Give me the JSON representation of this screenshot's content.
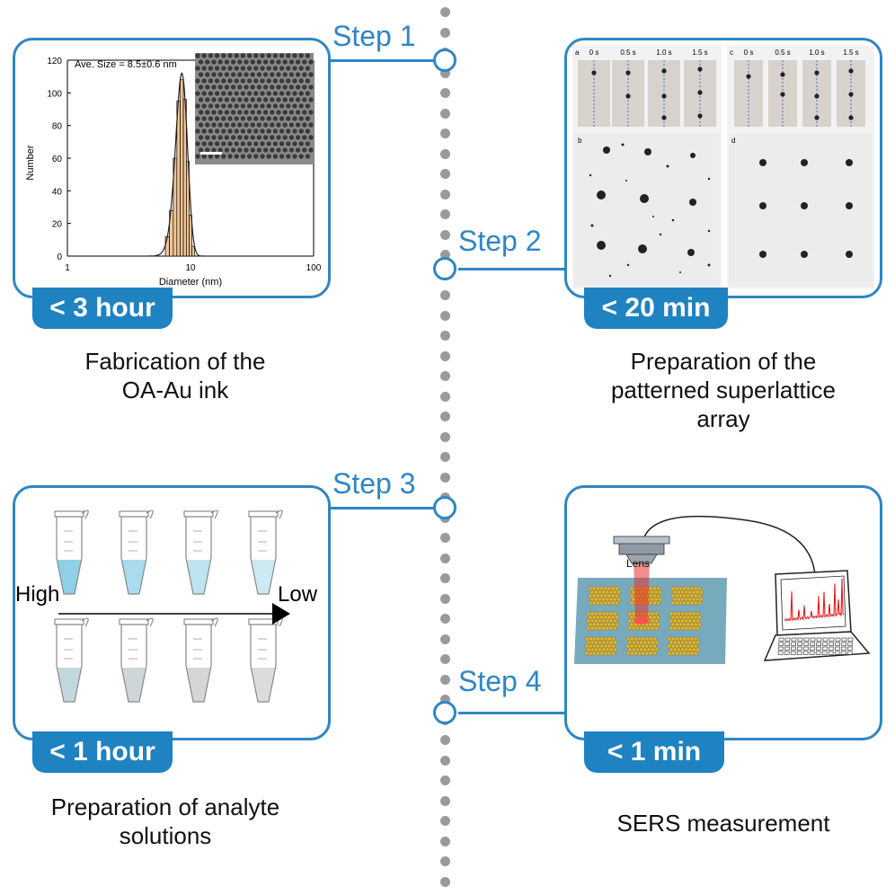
{
  "steps": [
    {
      "label": "Step 1",
      "duration": "< 3 hour",
      "caption_line1": "Fabrication of the",
      "caption_line2": "OA-Au  ink"
    },
    {
      "label": "Step 2",
      "duration": "< 20 min",
      "caption_line1": "Preparation of the",
      "caption_line2": "patterned superlattice",
      "caption_line3": "array"
    },
    {
      "label": "Step 3",
      "duration": "< 1 hour",
      "caption_line1": "Preparation of analyte",
      "caption_line2": "solutions"
    },
    {
      "label": "Step 4",
      "duration": "< 1 min",
      "caption_line1": "SERS measurement"
    }
  ],
  "histogram": {
    "annotation": "Ave. Size = 8.5±0.6 nm",
    "ylabel": "Number",
    "xlabel": "Diameter (nm)",
    "yticks": [
      "0",
      "20",
      "40",
      "60",
      "80",
      "100",
      "120"
    ],
    "xticks": [
      "1",
      "10",
      "100"
    ],
    "bar_color": "#f4c595"
  },
  "chart_data": {
    "type": "bar",
    "title": "",
    "annotation": "Ave. Size = 8.5±0.6 nm",
    "xlabel": "Diameter (nm)",
    "ylabel": "Number",
    "xscale": "log",
    "xlim": [
      1,
      100
    ],
    "ylim": [
      0,
      120
    ],
    "bins": [
      6.5,
      7.0,
      7.5,
      8.0,
      8.5,
      9.0,
      9.5,
      10.0,
      10.5
    ],
    "values": [
      12,
      28,
      60,
      95,
      108,
      96,
      58,
      25,
      6
    ],
    "fit_curve": "gaussian"
  },
  "timelapse": {
    "panel_a": "a",
    "panel_b": "b",
    "panel_c": "c",
    "panel_d": "d",
    "times": [
      "0 s",
      "0.5 s",
      "1.0 s",
      "1.5 s"
    ]
  },
  "tubes": {
    "high_label": "High",
    "low_label": "Low"
  },
  "sers": {
    "lens_label": "Lens"
  },
  "colors": {
    "accent": "#2f86c4",
    "badge": "#1f82c1",
    "timeline_dot": "#9a9a9a",
    "laser": "#e63030",
    "substrate": "#5f9bb0"
  }
}
